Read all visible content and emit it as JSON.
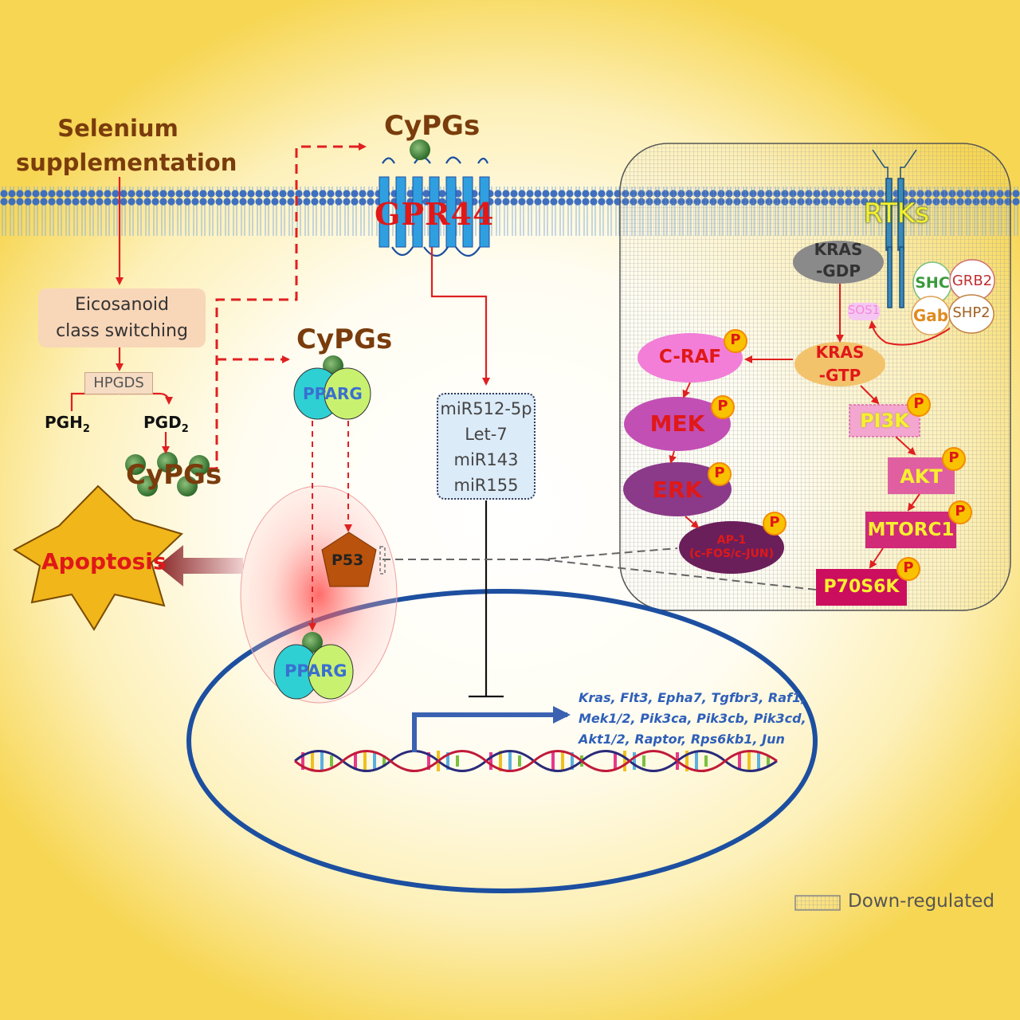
{
  "selenium": {
    "line1": "Selenium",
    "line2": "supplementation"
  },
  "eicosanoid": {
    "line1": "Eicosanoid",
    "line2": "class switching"
  },
  "hpgds": "HPGDS",
  "pgh2": {
    "base": "PGH",
    "sub": "2"
  },
  "pgd2": {
    "base": "PGD",
    "sub": "2"
  },
  "cypgs": {
    "top": "CyPGs",
    "middle": "CyPGs",
    "left": "CyPGs"
  },
  "gpr44": "GPR44",
  "pparg": {
    "upper": "PPARG",
    "lower": "PPARG"
  },
  "p53": "P53",
  "apoptosis": "Apoptosis",
  "mirna": [
    "miR512-5p",
    "Let-7",
    "miR143",
    "miR155"
  ],
  "rtk_panel": {
    "rtks": "RTKs",
    "kras_gdp": {
      "line1": "KRAS",
      "line2": "-GDP"
    },
    "kras_gtp": {
      "line1": "KRAS",
      "line2": "-GTP"
    },
    "sos1": "SOS1",
    "shc": "SHC",
    "grb2": "GRB2",
    "gab": "Gab",
    "shp2": "SHP2",
    "craf": "C-RAF",
    "mek": "MEK",
    "erk": "ERK",
    "ap1": {
      "line1": "AP-1",
      "line2": "(c-FOS/c-JUN)"
    },
    "pi3k": "PI3K",
    "akt": "AKT",
    "mtorc1": "MTORC1",
    "p70s6k": "P70S6K",
    "phospho": "P"
  },
  "genes": [
    "Kras, Flt3, Epha7, Tgfbr3, Raf1,",
    "Mek1/2, Pik3ca, Pik3cb, Pik3cd,",
    "Akt1/2, Raptor, Rps6kb1, Jun"
  ],
  "legend": {
    "label": "Down-regulated"
  },
  "colors": {
    "arrow": "#e02020",
    "brown": "#7a3c0c",
    "nucleus": "#1d4fa0",
    "membrane": "#4a78c0",
    "gene_text": "#2f5fb8"
  }
}
